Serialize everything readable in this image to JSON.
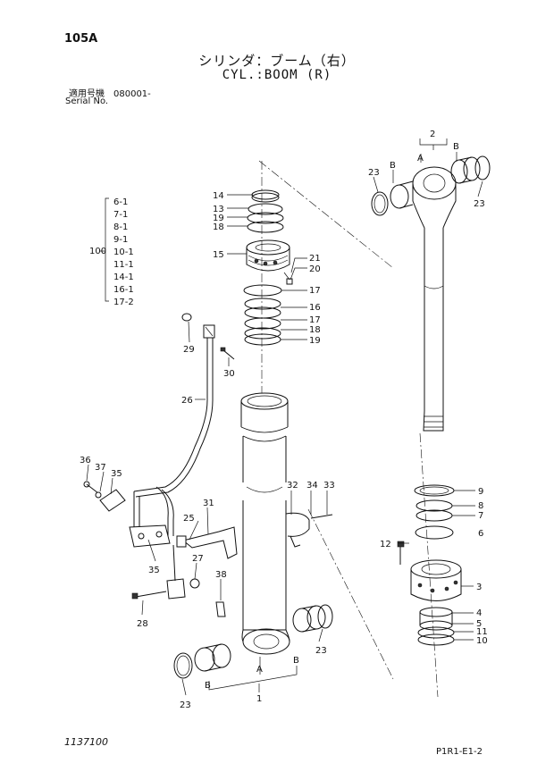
{
  "header": {
    "page_code": "105A",
    "title_jp": "シリンダ：ブーム（右）",
    "title_en": "CYL.:BOOM (R)",
    "serial_jp": "適用号機　080001-",
    "serial_en": "Serial No."
  },
  "footer": {
    "doc_number": "1137100",
    "sheet_code": "P1R1-E1-2"
  },
  "kit": {
    "number": "100",
    "items": [
      "6-1",
      "7-1",
      "8-1",
      "9-1",
      "10-1",
      "11-1",
      "14-1",
      "16-1",
      "17-2"
    ]
  },
  "callouts": {
    "c14": "14",
    "c13": "13",
    "c19a": "19",
    "c18a": "18",
    "c15": "15",
    "c21": "21",
    "c20": "20",
    "c17a": "17",
    "c16": "16",
    "c17b": "17",
    "c18b": "18",
    "c19b": "19",
    "c29": "29",
    "c30": "30",
    "c26": "26",
    "c36": "36",
    "c37": "37",
    "c35a": "35",
    "c31": "31",
    "c25": "25",
    "c32": "32",
    "c34": "34",
    "c33": "33",
    "c27": "27",
    "c35b": "35",
    "c38": "38",
    "c28": "28",
    "c23a": "23",
    "c23b": "23",
    "c23c": "23",
    "c23d": "23",
    "c2": "2",
    "cA_top": "A",
    "cB_tl": "B",
    "cB_tr": "B",
    "c9": "9",
    "c8": "8",
    "c7": "7",
    "c6": "6",
    "c12": "12",
    "c3": "3",
    "c4": "4",
    "c5": "5",
    "c11": "11",
    "c10": "10",
    "c1": "1",
    "cA_bot": "A",
    "cB_bl": "B",
    "cB_br": "B"
  }
}
